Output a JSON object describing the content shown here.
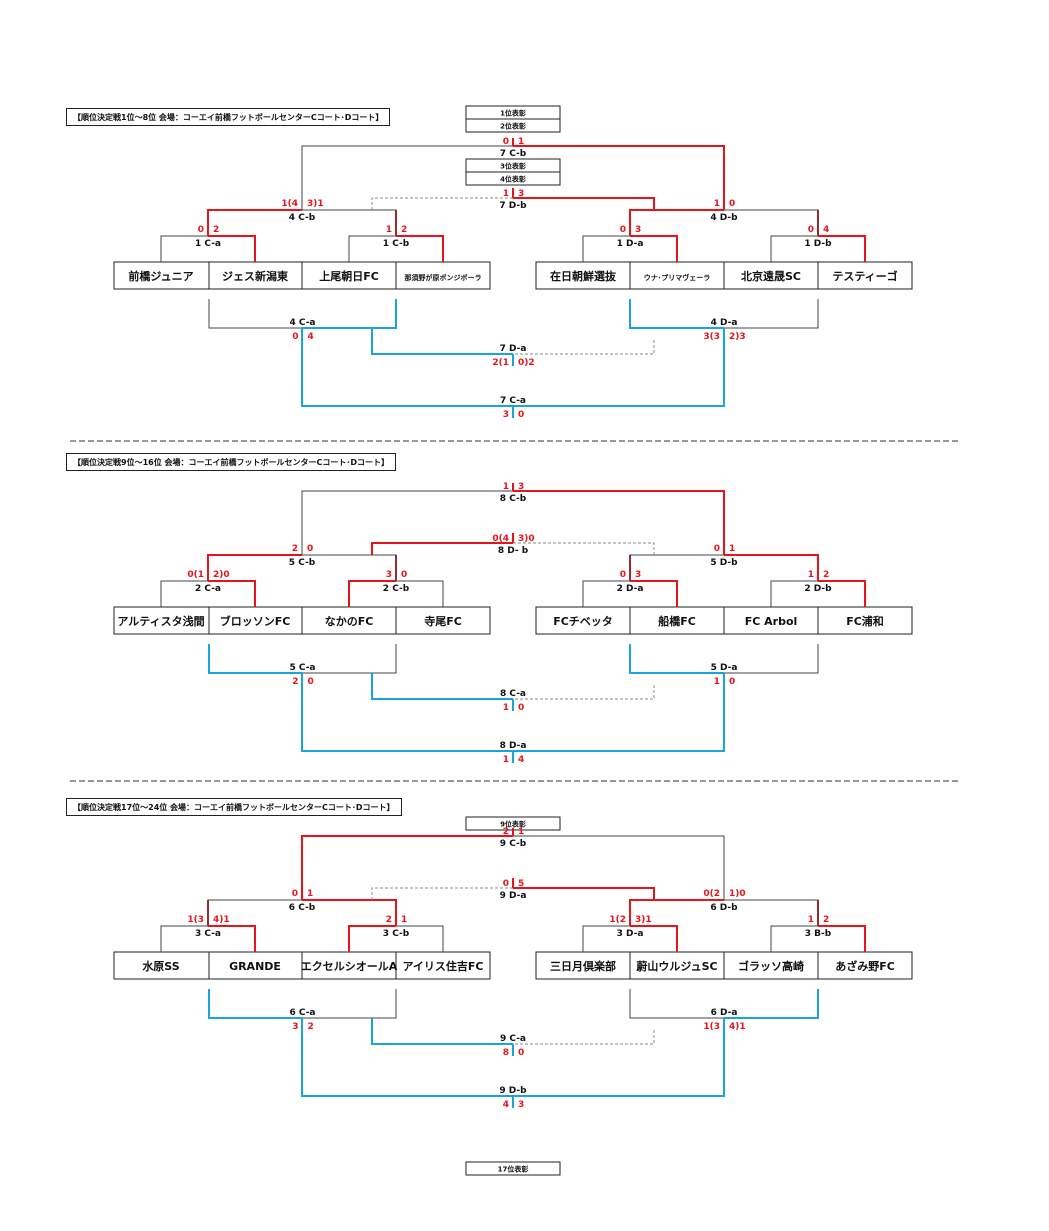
{
  "colors": {
    "win": "#e8141c",
    "lose": "#444444",
    "lower": "#1aa3df",
    "dash": "#888888",
    "text": "#111111"
  },
  "sections": [
    {
      "header": "【順位決定戦1位～8位 会場：コーエイ前橋フットボールセンターCコート･Dコート】",
      "award_labels": [
        "1位表彰",
        "2位表彰",
        "3位表彰",
        "4位表彰"
      ],
      "teams": [
        "前橋ジュニア",
        "ジェス新潟東",
        "上尾朝日FC",
        "那須野が原ボンジボーラ",
        "在日朝鮮選抜",
        "ウナ･プリマヴェーラ",
        "北京遠晟SC",
        "テスティーゴ"
      ],
      "r1": [
        {
          "label": "1 C-a",
          "left": "0",
          "right": "2",
          "winner": "right"
        },
        {
          "label": "1 C-b",
          "left": "1",
          "right": "2",
          "winner": "right"
        },
        {
          "label": "1 D-a",
          "left": "0",
          "right": "3",
          "winner": "right"
        },
        {
          "label": "1 D-b",
          "left": "0",
          "right": "4",
          "winner": "right"
        }
      ],
      "semis": [
        {
          "label": "4 C-b",
          "left": "1(4",
          "right": "3)1",
          "winner": "left"
        },
        {
          "label": "4 D-b",
          "left": "1",
          "right": "0",
          "winner": "left"
        }
      ],
      "final": {
        "label": "7 C-b",
        "left": "0",
        "right": "1",
        "winner": "right"
      },
      "third": {
        "label": "7 D-b",
        "left": "1",
        "right": "3",
        "winner": "right"
      },
      "lower_semis": [
        {
          "label": "4 C-a",
          "left": "0",
          "right": "4",
          "winner": "right"
        },
        {
          "label": "4 D-a",
          "left": "3(3",
          "right": "2)3",
          "winner": "left"
        }
      ],
      "lower_consol": {
        "label": "7 D-a",
        "left": "2(1",
        "right": "0)2",
        "winner": "left"
      },
      "lower_final": {
        "label": "7 C-a",
        "left": "3",
        "right": "0",
        "winner": "left"
      }
    },
    {
      "header": "【順位決定戦9位～16位 会場：コーエイ前橋フットボールセンターCコート･Dコート】",
      "award_labels": [
        "9位表彰"
      ],
      "teams": [
        "アルティスタ浅間",
        "ブロッソンFC",
        "なかのFC",
        "寺尾FC",
        "FCチベッタ",
        "船橋FC",
        "FC Arbol",
        "FC浦和"
      ],
      "r1": [
        {
          "label": "2 C-a",
          "left": "0(1",
          "right": "2)0",
          "winner": "right"
        },
        {
          "label": "2 C-b",
          "left": "3",
          "right": "0",
          "winner": "left"
        },
        {
          "label": "2 D-a",
          "left": "0",
          "right": "3",
          "winner": "right"
        },
        {
          "label": "2 D-b",
          "left": "1",
          "right": "2",
          "winner": "right"
        }
      ],
      "semis": [
        {
          "label": "5 C-b",
          "left": "2",
          "right": "0",
          "winner": "left"
        },
        {
          "label": "5 D-b",
          "left": "0",
          "right": "1",
          "winner": "right"
        }
      ],
      "final": {
        "label": "8 C-b",
        "left": "1",
        "right": "3",
        "winner": "right"
      },
      "third": {
        "label": "8 D- b",
        "left": "0(4",
        "right": "3)0",
        "winner": "left"
      },
      "lower_semis": [
        {
          "label": "5 C-a",
          "left": "2",
          "right": "0",
          "winner": "left"
        },
        {
          "label": "5 D-a",
          "left": "1",
          "right": "0",
          "winner": "left"
        }
      ],
      "lower_consol": {
        "label": "8 C-a",
        "left": "1",
        "right": "0",
        "winner": "left"
      },
      "lower_final": {
        "label": "8 D-a",
        "left": "1",
        "right": "4",
        "winner": "right"
      }
    },
    {
      "header": "【順位決定戦17位～24位 会場：コーエイ前橋フットボールセンターCコート･Dコート】",
      "award_labels": [
        "17位表彰"
      ],
      "teams": [
        "水原SS",
        "GRANDE",
        "エクセルシオールA",
        "アイリス住吉FC",
        "三日月倶楽部",
        "蔚山ウルジュSC",
        "ゴラッソ高崎",
        "あざみ野FC"
      ],
      "r1": [
        {
          "label": "3 C-a",
          "left": "1(3",
          "right": "4)1",
          "winner": "right"
        },
        {
          "label": "3 C-b",
          "left": "2",
          "right": "1",
          "winner": "left"
        },
        {
          "label": "3 D-a",
          "left": "1(2",
          "right": "3)1",
          "winner": "right"
        },
        {
          "label": "3 B-b",
          "left": "1",
          "right": "2",
          "winner": "right"
        }
      ],
      "semis": [
        {
          "label": "6 C-b",
          "left": "0",
          "right": "1",
          "winner": "right"
        },
        {
          "label": "6 D-b",
          "left": "0(2",
          "right": "1)0",
          "winner": "left"
        }
      ],
      "final": {
        "label": "9 C-b",
        "left": "2",
        "right": "1",
        "winner": "left"
      },
      "third": {
        "label": "9 D-a",
        "left": "0",
        "right": "5",
        "winner": "right"
      },
      "lower_semis": [
        {
          "label": "6 C-a",
          "left": "3",
          "right": "2",
          "winner": "left"
        },
        {
          "label": "6 D-a",
          "left": "1(3",
          "right": "4)1",
          "winner": "right"
        }
      ],
      "lower_consol": {
        "label": "9 C-a",
        "left": "8",
        "right": "0",
        "winner": "left"
      },
      "lower_final": {
        "label": "9 D-b",
        "left": "4",
        "right": "3",
        "winner": "left"
      }
    }
  ]
}
